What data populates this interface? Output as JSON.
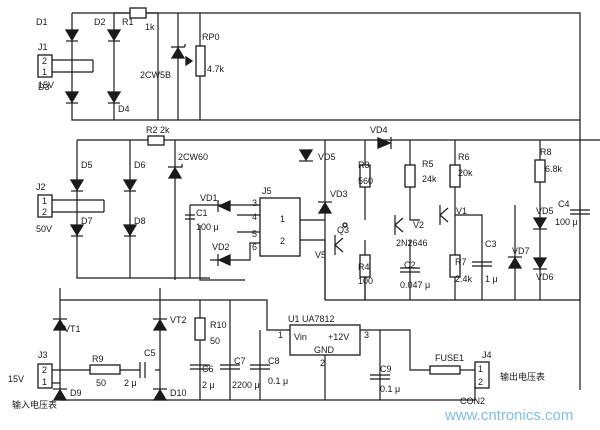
{
  "labels": {
    "d1": "D1",
    "d2": "D2",
    "r1": "R1",
    "r1v": "1k",
    "d3": "D3",
    "d4": "D4",
    "zener1": "2CW5B",
    "rp0": "RP0",
    "rp0v": "4.7k",
    "j1": "J1",
    "j1p2": "2",
    "j1p1": "1",
    "j1v": "15V",
    "r2": "R2 2k",
    "d5": "D5",
    "d6": "D6",
    "zener2": "2CW60",
    "d7": "D7",
    "d8": "D8",
    "j2": "J2",
    "j2p1": "1",
    "j2p2": "2",
    "j2v": "50V",
    "vd1": "VD1",
    "c1": "C1",
    "c1v": "100 μ",
    "vd2": "VD2",
    "j5": "J5",
    "j5p3": "3",
    "j5p4": "4",
    "j5p5": "5",
    "j5p6": "6",
    "j5p1": "1",
    "j5p2": "2",
    "vd3": "VD3",
    "vd5a": "VD5",
    "vd4": "VD4",
    "q3": "Q3",
    "v5": "V5",
    "r3": "R3",
    "r3v": "560",
    "r4": "R4",
    "r4v": "100",
    "r5": "R5",
    "r5v": "24k",
    "v2": "V2",
    "v2p": "2N2646",
    "c2": "C2",
    "c2v": "0.047 μ",
    "r6": "R6",
    "r6v": "20k",
    "v1": "V1",
    "r7": "R7",
    "r7v": "2.4k",
    "c3": "C3",
    "c3v": "1 μ",
    "r8": "R8",
    "r8v": "6.8k",
    "vd5b": "VD5",
    "vd7": "VD7",
    "vd6": "VD6",
    "c4": "C4",
    "c4v": "100 μ",
    "vt1": "VT1",
    "vt2": "VT2",
    "j3": "J3",
    "j3p2": "2",
    "j3p1": "1",
    "j3v": "15V",
    "r9": "R9",
    "r9v": "50",
    "c5": "C5",
    "c5v": "2 μ",
    "d9": "D9",
    "d10": "D10",
    "in_meter": "输入电压表",
    "r10": "R10",
    "r10v": "50",
    "c6": "C6",
    "c6v": "2 μ",
    "c7": "C7",
    "c7v": "2200 μ",
    "c8": "C8",
    "c8v": "0.1 μ",
    "u1": "U1 UA7812",
    "vin": "Vin",
    "v12": "+12V",
    "gnd": "GND",
    "u1p1": "1",
    "u1p2": "2",
    "u1p3": "3",
    "c9": "C9",
    "c9v": "0.1 μ",
    "fuse": "FUSE1",
    "j4": "J4",
    "j4p1": "1",
    "j4p2": "2",
    "out_meter": "输出电压表",
    "con2": "CON2",
    "watermark": "www.cntronics.com"
  }
}
